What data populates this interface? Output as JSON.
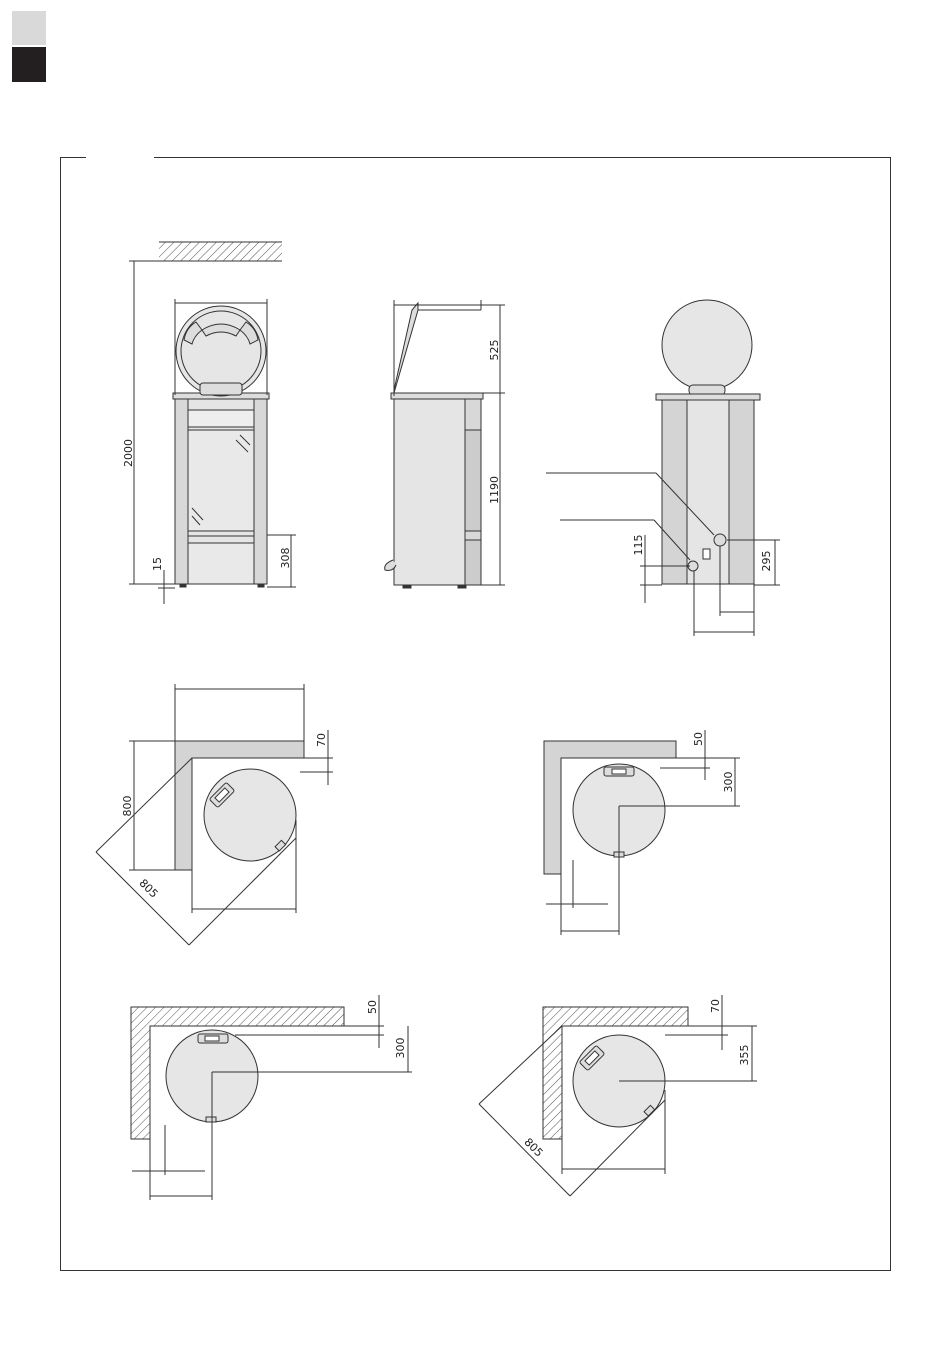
{
  "colors": {
    "square_light": "#d9d9d9",
    "square_dark": "#231f20",
    "frame": "#333333",
    "body_grey": "#e5e5e5",
    "hatch": "#555555"
  },
  "front_view": {
    "dim_height": "2000",
    "dim_foot": "15",
    "dim_outlet": "308"
  },
  "side_view": {
    "dim_top": "525",
    "dim_body": "1190"
  },
  "rear_view": {
    "dim_low": "115",
    "dim_high": "295"
  },
  "plan_1": {
    "dim_gap": "70",
    "dim_side": "800",
    "dim_diag": "805"
  },
  "plan_2": {
    "dim_gap": "50",
    "dim_centre": "300"
  },
  "plan_3": {
    "dim_gap": "50",
    "dim_centre": "300"
  },
  "plan_4": {
    "dim_gap": "70",
    "dim_centre": "355",
    "dim_diag": "805"
  }
}
